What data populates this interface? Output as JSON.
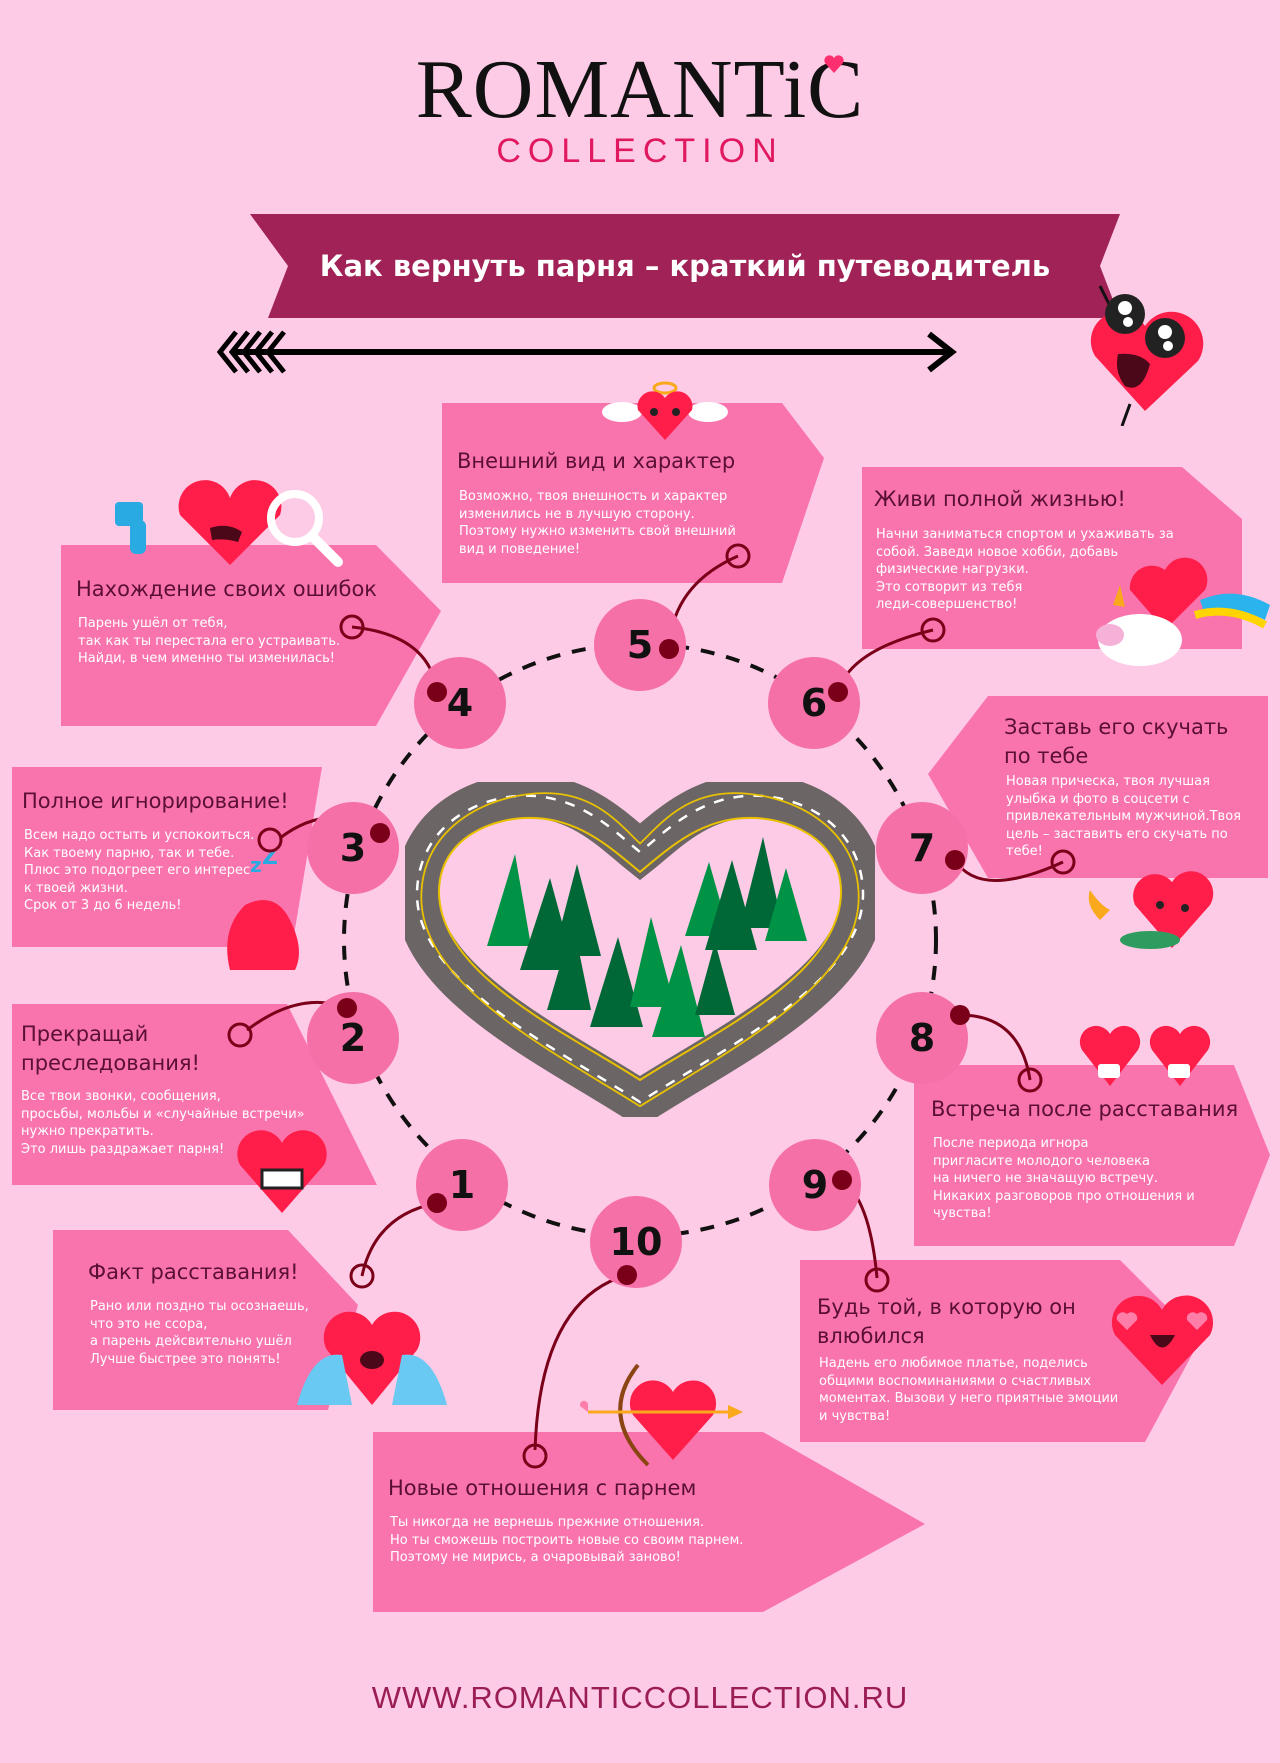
{
  "header": {
    "brand_main": "ROMANTiC",
    "brand_sub": "COLLECTION",
    "banner_title": "Как вернуть парня – краткий путеводитель"
  },
  "colors": {
    "background": "#fecbe6",
    "banner": "#a02256",
    "card": "#f974ad",
    "step_circle": "#f570a6",
    "connector": "#7a0019",
    "title_text": "#5a0f33",
    "brand_accent": "#e0185f",
    "footer_text": "#9b1d55"
  },
  "steps": [
    {
      "number": "1",
      "title": "Факт расставания!",
      "text": [
        "Рано или поздно ты осознаешь,",
        "что это не ссора,",
        "а парень дейсвительно ушёл",
        "Лучше быстрее это понять!"
      ],
      "icon": "crying-heart-icon"
    },
    {
      "number": "2",
      "title": "Прекращай преследования!",
      "title_lines": [
        "Прекращай",
        "преследования!"
      ],
      "text": [
        "Все твои звонки, сообщения,",
        "просьбы, мольбы и «случайные встречи»",
        "нужно прекратить.",
        "Это лишь раздражает парня!"
      ],
      "icon": "angry-heart-icon"
    },
    {
      "number": "3",
      "title": "Полное игнорирование!",
      "text": [
        "Всем надо остыть и успокоиться.",
        "Как твоему парню, так и тебе.",
        "Плюс это подогреет его интерес",
        "к твоей жизни.",
        "Срок от 3 до 6 недель!"
      ],
      "icon": "sleeping-heart-icon"
    },
    {
      "number": "4",
      "title": "Нахождение своих ошибок",
      "text": [
        "Парень ушёл от тебя,",
        "так как ты перестала его устраивать.",
        "Найди, в чем именно ты изменилась!"
      ],
      "icon": "magnifier-heart-icon"
    },
    {
      "number": "5",
      "title": "Внешний вид и характер",
      "text": [
        "Возможно, твоя внешность и характер",
        "изменились не в лучшую сторону.",
        "Поэтому нужно изменить свой внешний",
        "вид и поведение!"
      ],
      "icon": "angel-heart-icon"
    },
    {
      "number": "6",
      "title": "Живи полной жизнью!",
      "text": [
        "Начни заниматься спортом и ухаживать за",
        "собой. Заведи новое хобби, добавь",
        "физические нагрузки.",
        "Это сотворит из тебя",
        "леди-совершенство!"
      ],
      "icon": "unicorn-heart-icon"
    },
    {
      "number": "7",
      "title": "Заставь его скучать по тебе",
      "title_lines": [
        "Заставь его скучать",
        "по тебе"
      ],
      "text": [
        "Новая прическа, твоя лучшая",
        "улыбка и фото в соцсети с",
        "привлекательным мужчиной.Твоя",
        "цель – заставить его скучать по тебе!"
      ],
      "icon": "shy-heart-icon"
    },
    {
      "number": "8",
      "title": "Встреча после расставания",
      "text": [
        "После периода игнора",
        "пригласите молодого человека",
        "на ничего не значащую встречу.",
        "Никаких разговоров про отношения и",
        "чувства!"
      ],
      "icon": "coffee-hearts-icon"
    },
    {
      "number": "9",
      "title": "Будь той, в которую он влюбился",
      "title_lines": [
        "Будь той, в которую он",
        "влюбился"
      ],
      "text": [
        "Надень его любимое платье, поделись",
        "общими воспоминаниями о счастливых",
        "моментах. Вызови у него приятные эмоции",
        "и чувства!"
      ],
      "icon": "love-eyes-heart-icon"
    },
    {
      "number": "10",
      "title": "Новые отношения с парнем",
      "text": [
        "Ты никогда не вернешь прежние отношения.",
        "Но ты сможешь построить новые со своим парнем.",
        "Поэтому не мирись, а очаровывай заново!"
      ],
      "icon": "cupid-heart-icon"
    }
  ],
  "center": {
    "icon": "heart-road-forest-icon"
  },
  "footer": {
    "url": "WWW.ROMANTICCOLLECTION.RU"
  }
}
